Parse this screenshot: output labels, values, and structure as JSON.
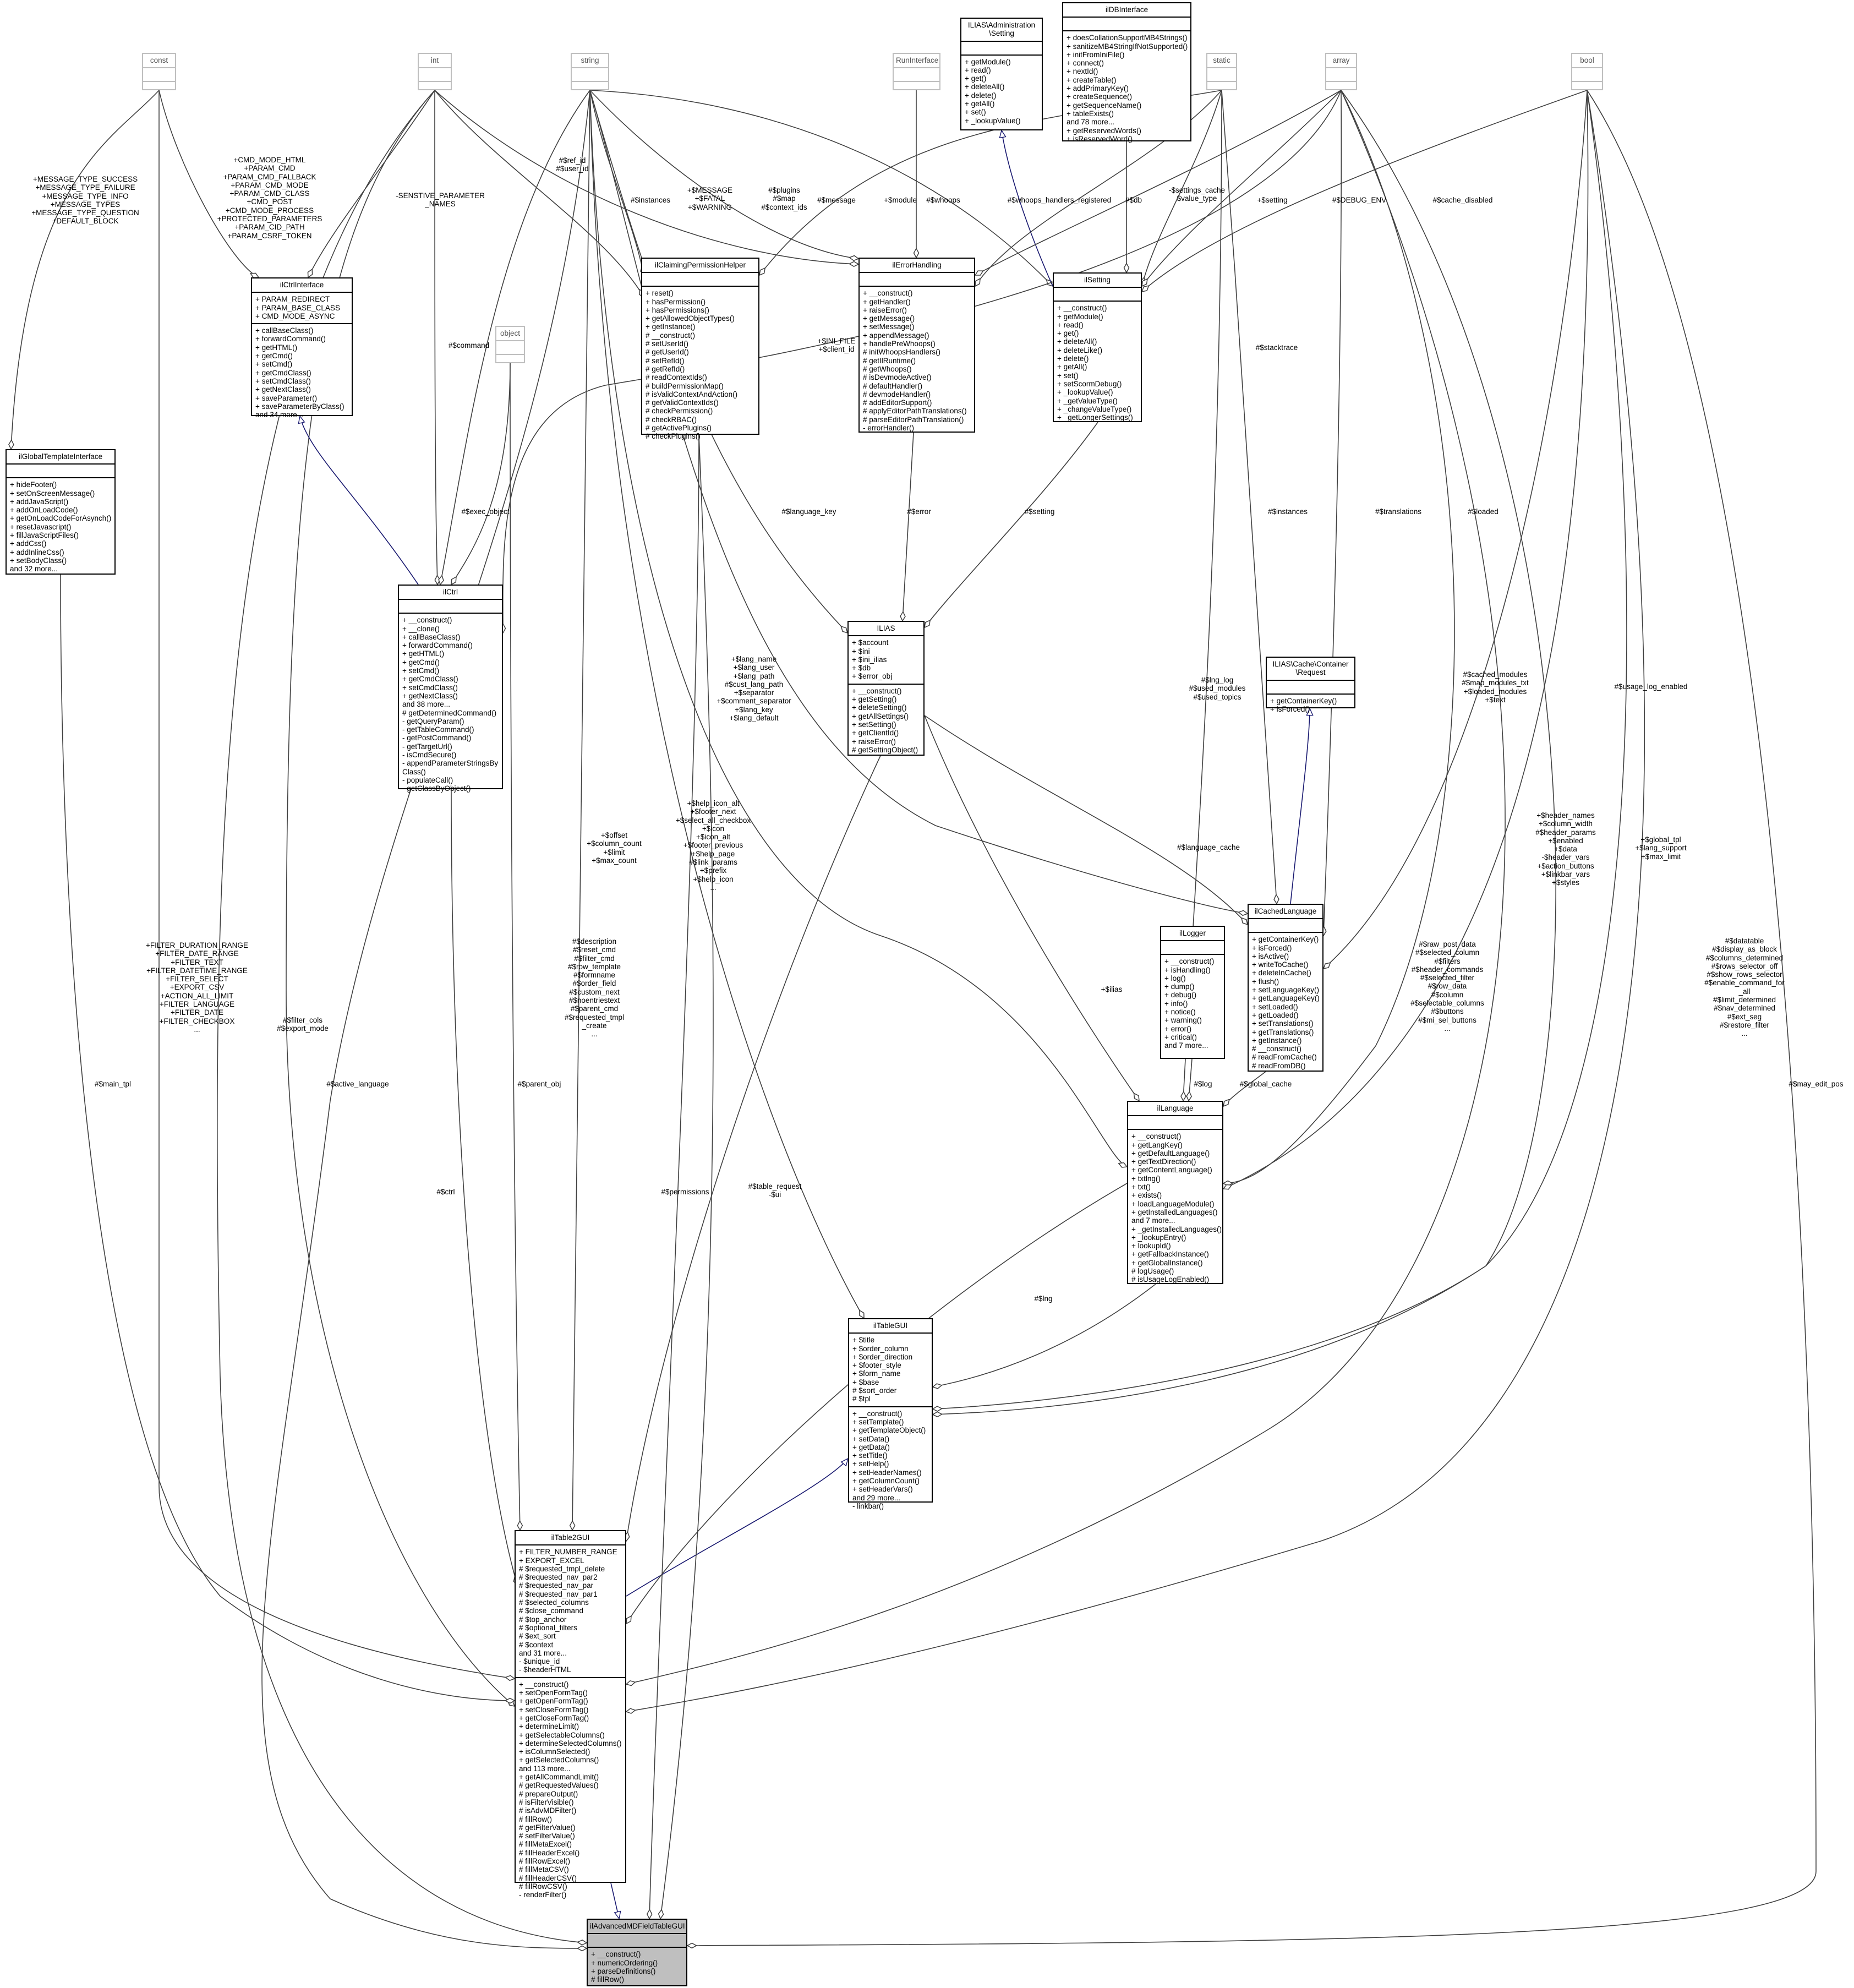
{
  "classes": [
    {
      "id": "const",
      "name": "const",
      "faded": true,
      "attrs": [],
      "methods": []
    },
    {
      "id": "int",
      "name": "int",
      "faded": true,
      "attrs": [],
      "methods": []
    },
    {
      "id": "string",
      "name": "string",
      "faded": true,
      "attrs": [],
      "methods": []
    },
    {
      "id": "runinterface",
      "name": "RunInterface",
      "faded": true,
      "attrs": [],
      "methods": []
    },
    {
      "id": "iliassetting",
      "name": "ILIAS\\Administration\n\\Setting",
      "attrs": [],
      "methods": [
        "+ getModule()",
        "+ read()",
        "+ get()",
        "+ deleteAll()",
        "+ delete()",
        "+ getAll()",
        "+ set()",
        "+ _lookupValue()"
      ]
    },
    {
      "id": "ildbinterface",
      "name": "ilDBInterface",
      "attrs": [],
      "methods": [
        "+ doesCollationSupportMB4Strings()",
        "+ sanitizeMB4StringIfNotSupported()",
        "+ initFromIniFile()",
        "+ connect()",
        "+ nextId()",
        "+ createTable()",
        "+ addPrimaryKey()",
        "+ createSequence()",
        "+ getSequenceName()",
        "+ tableExists()",
        "and 78 more...",
        "+ getReservedWords()",
        "+ isReservedWord()"
      ]
    },
    {
      "id": "static",
      "name": "static",
      "faded": true,
      "attrs": [],
      "methods": []
    },
    {
      "id": "array",
      "name": "array",
      "faded": true,
      "attrs": [],
      "methods": []
    },
    {
      "id": "bool",
      "name": "bool",
      "faded": true,
      "attrs": [],
      "methods": []
    },
    {
      "id": "object",
      "name": "object",
      "faded": true,
      "attrs": [],
      "methods": []
    },
    {
      "id": "ilctrlinterface",
      "name": "ilCtrlInterface",
      "attrs": [
        "+ PARAM_REDIRECT",
        "+ PARAM_BASE_CLASS",
        "+ CMD_MODE_ASYNC"
      ],
      "methods": [
        "+ callBaseClass()",
        "+ forwardCommand()",
        "+ getHTML()",
        "+ getCmd()",
        "+ setCmd()",
        "+ getCmdClass()",
        "+ setCmdClass()",
        "+ getNextClass()",
        "+ saveParameter()",
        "+ saveParameterByClass()",
        "and 34 more..."
      ]
    },
    {
      "id": "ilclaiming",
      "name": "ilClaimingPermissionHelper",
      "attrs": [],
      "methods": [
        "+ reset()",
        "+ hasPermission()",
        "+ hasPermissions()",
        "+ getAllowedObjectTypes()",
        "+ getInstance()",
        "# __construct()",
        "# setUserId()",
        "# getUserId()",
        "# setRefId()",
        "# getRefId()",
        "# readContextIds()",
        "# buildPermissionMap()",
        "# isValidContextAndAction()",
        "# getValidContextIds()",
        "# checkPermission()",
        "# checkRBAC()",
        "# getActivePlugins()",
        "# checkPlugins()"
      ]
    },
    {
      "id": "ilerrorhandling",
      "name": "ilErrorHandling",
      "attrs": [],
      "methods": [
        "+ __construct()",
        "+ getHandler()",
        "+ raiseError()",
        "+ getMessage()",
        "+ setMessage()",
        "+ appendMessage()",
        "+ handlePreWhoops()",
        "# initWhoopsHandlers()",
        "# getIlRuntime()",
        "# getWhoops()",
        "# isDevmodeActive()",
        "# defaultHandler()",
        "# devmodeHandler()",
        "# addEditorSupport()",
        "# applyEditorPathTranslations()",
        "# parseEditorPathTranslation()",
        "- errorHandler()"
      ]
    },
    {
      "id": "ilsetting",
      "name": "ilSetting",
      "attrs": [],
      "methods": [
        "+ __construct()",
        "+ getModule()",
        "+ read()",
        "+ get()",
        "+ deleteAll()",
        "+ deleteLike()",
        "+ delete()",
        "+ getAll()",
        "+ set()",
        "+ setScormDebug()",
        "+ _lookupValue()",
        "+ _getValueType()",
        "+ _changeValueType()",
        "+ _getLongerSettings()"
      ]
    },
    {
      "id": "ilglobaltemplate",
      "name": "ilGlobalTemplateInterface",
      "attrs": [],
      "methods": [
        "+ hideFooter()",
        "+ setOnScreenMessage()",
        "+ addJavaScript()",
        "+ addOnLoadCode()",
        "+ getOnLoadCodeForAsynch()",
        "+ resetJavascript()",
        "+ fillJavaScriptFiles()",
        "+ addCss()",
        "+ addInlineCss()",
        "+ setBodyClass()",
        "and 32 more..."
      ]
    },
    {
      "id": "ilctrl",
      "name": "ilCtrl",
      "attrs": [],
      "methods": [
        "+ __construct()",
        "+ __clone()",
        "+ callBaseClass()",
        "+ forwardCommand()",
        "+ getHTML()",
        "+ getCmd()",
        "+ setCmd()",
        "+ getCmdClass()",
        "+ setCmdClass()",
        "+ getNextClass()",
        "and 38 more...",
        "# getDeterminedCommand()",
        "- getQueryParam()",
        "- getTableCommand()",
        "- getPostCommand()",
        "- getTargetUrl()",
        "- isCmdSecure()",
        "- appendParameterStringsBy",
        "Class()",
        "- populateCall()",
        "- getClassByObject()"
      ]
    },
    {
      "id": "ilias",
      "name": "ILIAS",
      "attrs": [
        "+ $account",
        "+ $ini",
        "+ $ini_ilias",
        "+ $db",
        "+ $error_obj"
      ],
      "methods": [
        "+ __construct()",
        "+ getSetting()",
        "+ deleteSetting()",
        "+ getAllSettings()",
        "+ setSetting()",
        "+ getClientId()",
        "+ raiseError()",
        "# getSettingObject()"
      ]
    },
    {
      "id": "cacherequest",
      "name": "ILIAS\\Cache\\Container\n\\Request",
      "attrs": [],
      "methods": [
        "+ getContainerKey()",
        "+ isForced()"
      ]
    },
    {
      "id": "ilcachedlanguage",
      "name": "ilCachedLanguage",
      "attrs": [],
      "methods": [
        "+ getContainerKey()",
        "+ isForced()",
        "+ isActive()",
        "+ writeToCache()",
        "+ deleteInCache()",
        "+ flush()",
        "+ setLanguageKey()",
        "+ getLanguageKey()",
        "+ setLoaded()",
        "+ getLoaded()",
        "+ setTranslations()",
        "+ getTranslations()",
        "+ getInstance()",
        "# __construct()",
        "# readFromCache()",
        "# readFromDB()"
      ]
    },
    {
      "id": "illogger",
      "name": "ilLogger",
      "attrs": [],
      "methods": [
        "+ __construct()",
        "+ isHandling()",
        "+ log()",
        "+ dump()",
        "+ debug()",
        "+ info()",
        "+ notice()",
        "+ warning()",
        "+ error()",
        "+ critical()",
        "and 7 more..."
      ]
    },
    {
      "id": "illanguage",
      "name": "ilLanguage",
      "attrs": [],
      "methods": [
        "+ __construct()",
        "+ getLangKey()",
        "+ getDefaultLanguage()",
        "+ getTextDirection()",
        "+ getContentLanguage()",
        "+ txtlng()",
        "+ txt()",
        "+ exists()",
        "+ loadLanguageModule()",
        "+ getInstalledLanguages()",
        "and 7 more...",
        "+ _getInstalledLanguages()",
        "+ _lookupEntry()",
        "+ lookupId()",
        "+ getFallbackInstance()",
        "+ getGlobalInstance()",
        "# logUsage()",
        "# isUsageLogEnabled()"
      ]
    },
    {
      "id": "iltablegui",
      "name": "ilTableGUI",
      "attrs": [
        "+ $title",
        "+ $order_column",
        "+ $order_direction",
        "+ $footer_style",
        "+ $form_name",
        "+ $base",
        "# $sort_order",
        "# $tpl"
      ],
      "methods": [
        "+ __construct()",
        "+ setTemplate()",
        "+ getTemplateObject()",
        "+ setData()",
        "+ getData()",
        "+ setTitle()",
        "+ setHelp()",
        "+ setHeaderNames()",
        "+ getColumnCount()",
        "+ setHeaderVars()",
        "and 29 more...",
        "- linkbar()"
      ]
    },
    {
      "id": "iltable2gui",
      "name": "ilTable2GUI",
      "attrs": [
        "+ FILTER_NUMBER_RANGE",
        "+ EXPORT_EXCEL",
        "# $requested_tmpl_delete",
        "# $requested_nav_par2",
        "# $requested_nav_par",
        "# $requested_nav_par1",
        "# $selected_columns",
        "# $close_command",
        "# $top_anchor",
        "# $optional_filters",
        "# $ext_sort",
        "# $context",
        "and 31 more...",
        "- $unique_id",
        "- $headerHTML"
      ],
      "methods": [
        "+ __construct()",
        "+ setOpenFormTag()",
        "+ getOpenFormTag()",
        "+ setCloseFormTag()",
        "+ getCloseFormTag()",
        "+ determineLimit()",
        "+ getSelectableColumns()",
        "+ determineSelectedColumns()",
        "+ isColumnSelected()",
        "+ getSelectedColumns()",
        "and 113 more...",
        "+ getAllCommandLimit()",
        "# getRequestedValues()",
        "# prepareOutput()",
        "# isFilterVisible()",
        "# isAdvMDFilter()",
        "# fillRow()",
        "# getFilterValue()",
        "# setFilterValue()",
        "# fillMetaExcel()",
        "# fillHeaderExcel()",
        "# fillRowExcel()",
        "# fillMetaCSV()",
        "# fillHeaderCSV()",
        "# fillRowCSV()",
        "- renderFilter()"
      ]
    },
    {
      "id": "iladvanced",
      "name": "ilAdvancedMDFieldTableGUI",
      "root": true,
      "attrs": [],
      "methods": [
        "+ __construct()",
        "+ numericOrdering()",
        "+ parseDefinitions()",
        "# fillRow()"
      ]
    }
  ],
  "edge_labels": [
    {
      "id": "l_msgtypes",
      "text": "+MESSAGE_TYPE_SUCCESS\n+MESSAGE_TYPE_FAILURE\n+MESSAGE_TYPE_INFO\n+MESSAGE_TYPES\n+MESSAGE_TYPE_QUESTION\n+DEFAULT_BLOCK"
    },
    {
      "id": "l_cmdmode",
      "text": "+CMD_MODE_HTML\n+PARAM_CMD\n+PARAM_CMD_FALLBACK\n+PARAM_CMD_MODE\n+PARAM_CMD_CLASS\n+CMD_POST\n+CMD_MODE_PROCESS\n+PROTECTED_PARAMETERS\n+PARAM_CID_PATH\n+PARAM_CSRF_TOKEN"
    },
    {
      "id": "l_sensitive",
      "text": "-SENSTIVE_PARAMETER\n_NAMES"
    },
    {
      "id": "l_refid",
      "text": "#$ref_id\n#$user_id"
    },
    {
      "id": "l_instances1",
      "text": "#$instances"
    },
    {
      "id": "l_message",
      "text": "+$MESSAGE\n+$FATAL\n+$WARNING"
    },
    {
      "id": "l_plugins",
      "text": "#$plugins\n#$map\n#$context_ids"
    },
    {
      "id": "l_message2",
      "text": "#$message"
    },
    {
      "id": "l_module",
      "text": "+$module"
    },
    {
      "id": "l_whoops",
      "text": "#$whoops"
    },
    {
      "id": "l_whoopsreg",
      "text": "#$whoops_handlers_registered"
    },
    {
      "id": "l_db",
      "text": "#$db"
    },
    {
      "id": "l_settingscache",
      "text": "-$settings_cache\n$value_type"
    },
    {
      "id": "l_setting1",
      "text": "+$setting"
    },
    {
      "id": "l_debugenv",
      "text": "#$DEBUG_ENV"
    },
    {
      "id": "l_cachedisabled",
      "text": "#$cache_disabled"
    },
    {
      "id": "l_command",
      "text": "#$command"
    },
    {
      "id": "l_inifile",
      "text": "+$INI_FILE\n+$client_id"
    },
    {
      "id": "l_stacktrace",
      "text": "#$stacktrace"
    },
    {
      "id": "l_execobject",
      "text": "#$exec_object"
    },
    {
      "id": "l_languagekey",
      "text": "#$language_key"
    },
    {
      "id": "l_error",
      "text": "#$error"
    },
    {
      "id": "l_setting2",
      "text": "#$setting"
    },
    {
      "id": "l_instances2",
      "text": "#$instances"
    },
    {
      "id": "l_translations",
      "text": "#$translations"
    },
    {
      "id": "l_loaded",
      "text": "#$loaded"
    },
    {
      "id": "l_langname",
      "text": "+$lang_name\n+$lang_user\n+$lang_path\n#$cust_lang_path\n+$separator\n+$comment_separator\n+$lang_key\n+$lang_default"
    },
    {
      "id": "l_cachedmodules",
      "text": "#$cached_modules\n#$map_modules_txt\n+$loaded_modules\n+$text"
    },
    {
      "id": "l_usagelog",
      "text": "#$usage_log_enabled"
    },
    {
      "id": "l_lnglog",
      "text": "#$lng_log\n#$used_modules\n#$used_topics"
    },
    {
      "id": "l_helpicon",
      "text": "+$help_icon_alt\n+$footer_next\n+$select_all_checkbox\n+$icon\n+$icon_alt\n+$footer_previous\n+$help_page\n#$link_params\n+$prefix\n+$help_icon\n..."
    },
    {
      "id": "l_offset",
      "text": "+$offset\n+$column_count\n+$limit\n+$max_count"
    },
    {
      "id": "l_langcache",
      "text": "#$language_cache"
    },
    {
      "id": "l_headernames",
      "text": "+$header_names\n+$column_width\n#$header_params\n+$enabled\n+$data\n-$header_vars\n+$action_buttons\n+$linkbar_vars\n+$styles"
    },
    {
      "id": "l_globaltpl",
      "text": "+$global_tpl\n+$lang_support\n+$max_limit"
    },
    {
      "id": "l_rawpost",
      "text": "#$raw_post_data\n#$selected_column\n#$filters\n#$header_commands\n#$selected_filter\n#$row_data\n#$column\n#$selectable_columns\n#$buttons\n#$mi_sel_buttons\n..."
    },
    {
      "id": "l_description",
      "text": "#$description\n#$reset_cmd\n#$filter_cmd\n#$row_template\n#$formname\n#$order_field\n#$custom_next\n#$noentriestext\n#$parent_cmd\n#$requested_tmpl\n_create\n..."
    },
    {
      "id": "l_ilias",
      "text": "+$ilias"
    },
    {
      "id": "l_datatable",
      "text": "#$datatable\n#$display_as_block\n#$columns_determined\n#$rows_selector_off\n#$show_rows_selector\n#$enable_command_for\n_all\n#$limit_determined\n#$nav_determined\n#$ext_seg\n#$restore_filter\n..."
    },
    {
      "id": "l_filterduration",
      "text": "+FILTER_DURATION_RANGE\n+FILTER_DATE_RANGE\n+FILTER_TEXT\n+FILTER_DATETIME_RANGE\n+FILTER_SELECT\n+EXPORT_CSV\n+ACTION_ALL_LIMIT\n+FILTER_LANGUAGE\n+FILTER_DATE\n+FILTER_CHECKBOX\n..."
    },
    {
      "id": "l_filtercols",
      "text": "#$filter_cols\n#$export_mode"
    },
    {
      "id": "l_log",
      "text": "#$log"
    },
    {
      "id": "l_globalcache",
      "text": "#$global_cache"
    },
    {
      "id": "l_maintpl",
      "text": "#$main_tpl"
    },
    {
      "id": "l_activelang",
      "text": "#$active_language"
    },
    {
      "id": "l_parentobj",
      "text": "#$parent_obj"
    },
    {
      "id": "l_ctrl",
      "text": "#$ctrl"
    },
    {
      "id": "l_permissions",
      "text": "#$permissions"
    },
    {
      "id": "l_tablerequest",
      "text": "#$table_request\n-$ui"
    },
    {
      "id": "l_lng",
      "text": "#$lng"
    },
    {
      "id": "l_mayeditpos",
      "text": "#$may_edit_pos"
    }
  ]
}
